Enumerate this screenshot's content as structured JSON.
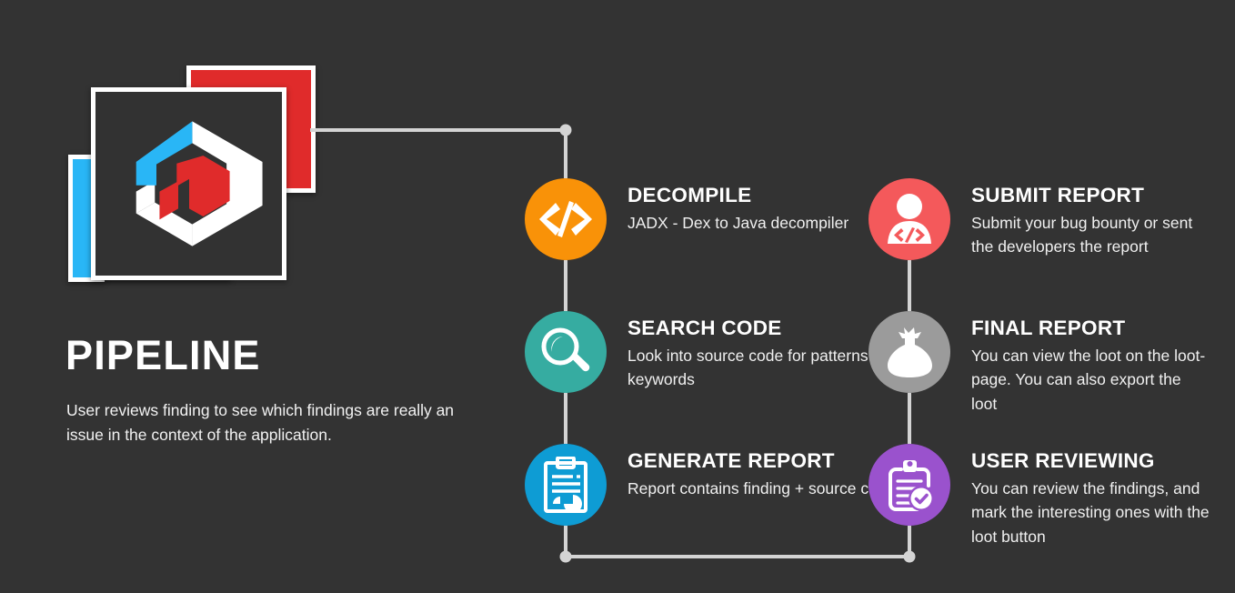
{
  "theme": {
    "background": "#333333",
    "text": "#ffffff",
    "connector": "#d4d4d4"
  },
  "brand": {
    "title": "PIPELINE",
    "description": "User reviews finding to see which findings are really an issue in the context of the application.",
    "logo": {
      "name": "hexagon-code-key-logo",
      "colors": {
        "blue": "#29b6f6",
        "red": "#e02b2b",
        "white": "#ffffff",
        "card_dark": "#323232"
      }
    },
    "cards": [
      {
        "name": "blue-card",
        "color": "#29b6f6"
      },
      {
        "name": "red-card",
        "color": "#e02b2b"
      },
      {
        "name": "dark-card",
        "color": "#3d3d3d"
      },
      {
        "name": "main-card",
        "color": "#323232"
      }
    ]
  },
  "steps": [
    {
      "id": "decompile",
      "column": "left",
      "row": 1,
      "title": "DECOMPILE",
      "description": "JADX - Dex to Java decompiler",
      "color": "#f99208",
      "icon": "code-brackets-icon"
    },
    {
      "id": "search-code",
      "column": "left",
      "row": 2,
      "title": "SEARCH CODE",
      "description": "Look into source code for patterns and keywords",
      "color": "#36aca1",
      "icon": "magnifying-glass-icon"
    },
    {
      "id": "generate-report",
      "column": "left",
      "row": 3,
      "title": "GENERATE REPORT",
      "description": "Report contains finding + source code",
      "color": "#0e9cd4",
      "icon": "clipboard-chart-icon"
    },
    {
      "id": "submit-report",
      "column": "right",
      "row": 1,
      "title": "SUBMIT REPORT",
      "description": "Submit your bug bounty or sent the developers the report",
      "color": "#f4595b",
      "icon": "person-code-icon"
    },
    {
      "id": "final-report",
      "column": "right",
      "row": 2,
      "title": "FINAL REPORT",
      "description": "You can view the loot on the loot-page. You can also export the loot",
      "color": "#9b9b9b",
      "icon": "money-bag-icon"
    },
    {
      "id": "user-reviewing",
      "column": "right",
      "row": 3,
      "title": "USER REVIEWING",
      "description": "You can review the findings, and mark the interesting ones with the loot button",
      "color": "#9a52cd",
      "icon": "clipboard-check-icon"
    }
  ],
  "connectors": [
    {
      "name": "logo-to-decompile-horizontal"
    },
    {
      "name": "decompile-down-connector"
    },
    {
      "name": "search-to-generate-connector"
    },
    {
      "name": "bottom-crossover-connector"
    },
    {
      "name": "final-to-submit-connector"
    },
    {
      "name": "review-to-final-connector"
    }
  ]
}
